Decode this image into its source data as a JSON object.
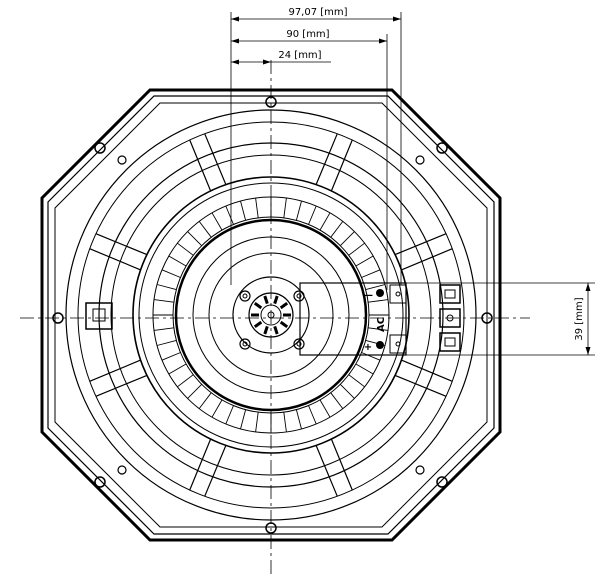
{
  "dimensions": {
    "overall_width": "97,07  [mm]",
    "terminal_offset": "90  [mm]",
    "hub_offset": "24  [mm]",
    "terminal_height": "39  [mm]"
  },
  "terminal_labels": {
    "negative": "—",
    "positive": "+",
    "type": "AC"
  },
  "colors": {
    "line": "#000000",
    "background": "#ffffff"
  }
}
